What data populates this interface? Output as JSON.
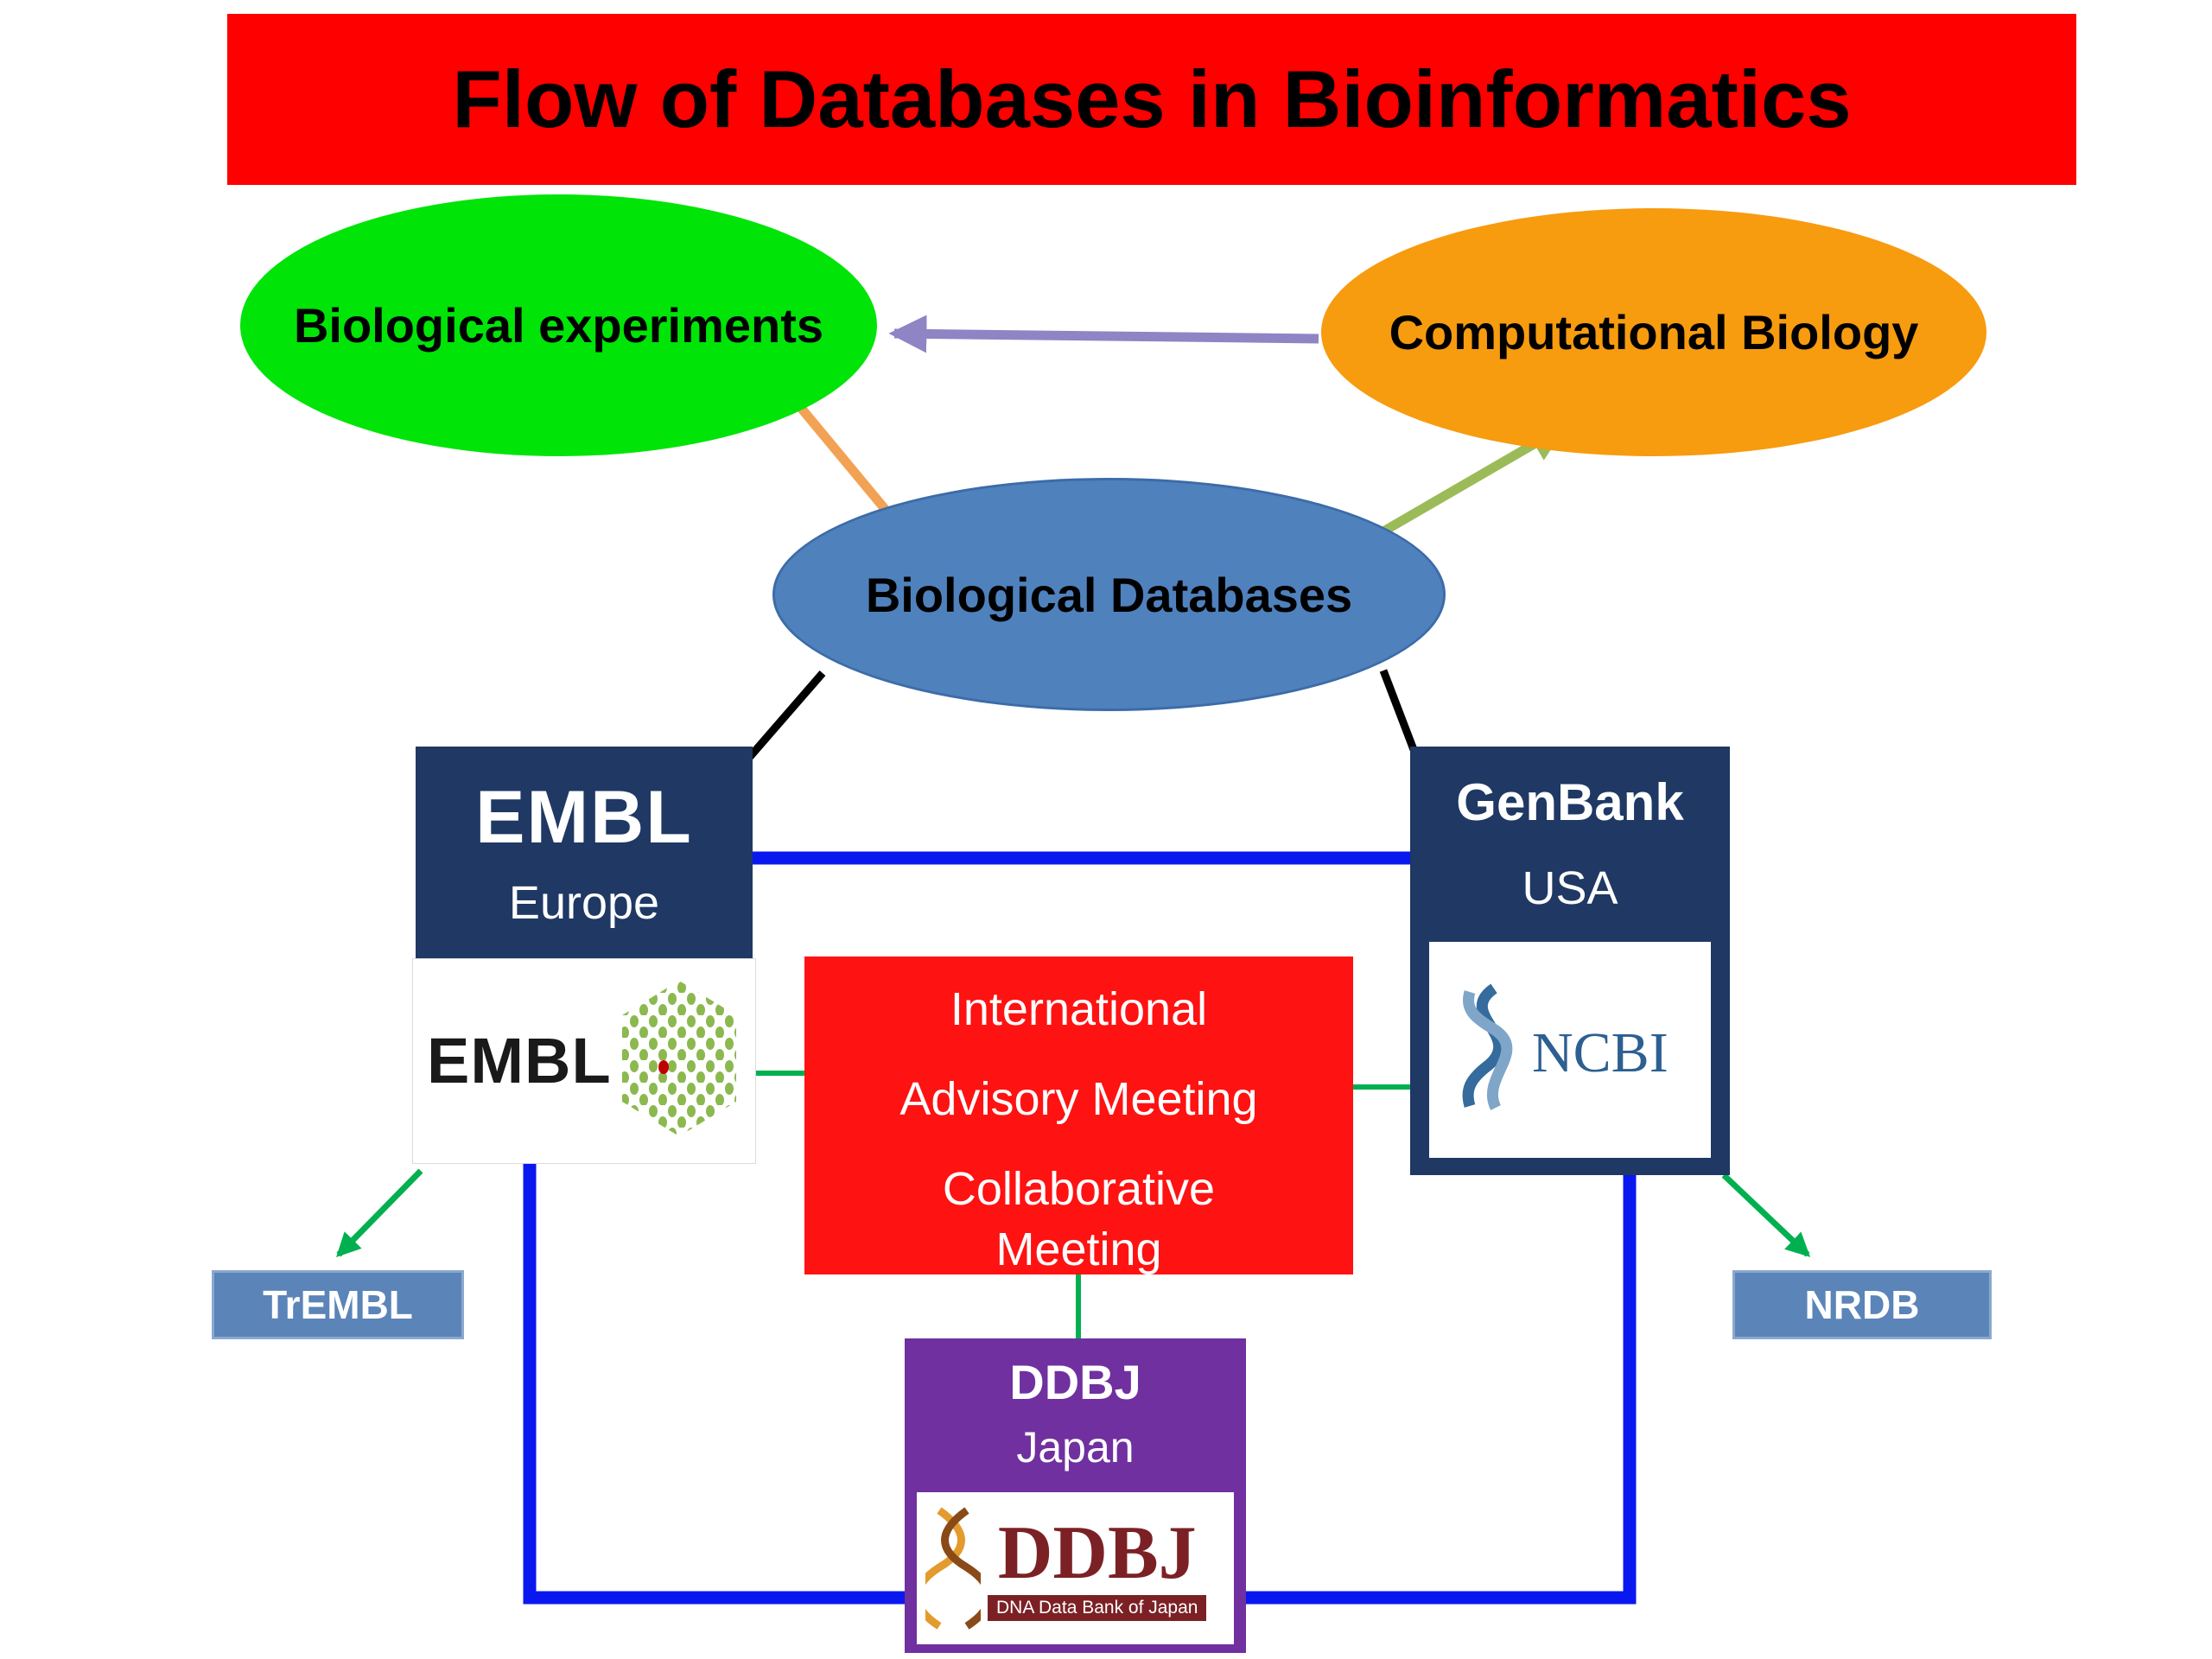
{
  "title": "Flow of Databases in Bioinformatics",
  "ellipses": {
    "experiments": {
      "label": "Biological experiments"
    },
    "computational": {
      "label": "Computational Biology"
    },
    "databases": {
      "label": "Biological Databases"
    }
  },
  "embl": {
    "name": "EMBL",
    "region": "Europe",
    "logo": "EMBL"
  },
  "genbank": {
    "name": "GenBank",
    "region": "USA",
    "logo": "NCBI"
  },
  "meeting": {
    "line1": "International",
    "line2": "Advisory Meeting",
    "line3": "Collaborative",
    "line4": "Meeting"
  },
  "ddbj": {
    "name": "DDBJ",
    "region": "Japan",
    "logo": "DDBJ",
    "logo_caption": "DNA Data Bank of Japan"
  },
  "outputs": {
    "trembl": "TrEMBL",
    "nrdb": "NRDB"
  },
  "colors": {
    "title_bg": "#fe0000",
    "experiments_fill": "#00e408",
    "computational_fill": "#f79b0f",
    "databases_fill": "#4f81bd",
    "database_box": "#1f3864",
    "meeting_bg": "#fe1212",
    "ddbj_bg": "#7030a0",
    "output_box": "#5b84b8",
    "link_blue": "#0a18f0",
    "link_green": "#00b050",
    "arrow_purple": "#8f84c4",
    "arrow_orange": "#f2a254",
    "arrow_olive": "#9bbb59",
    "black_line": "#000000"
  }
}
